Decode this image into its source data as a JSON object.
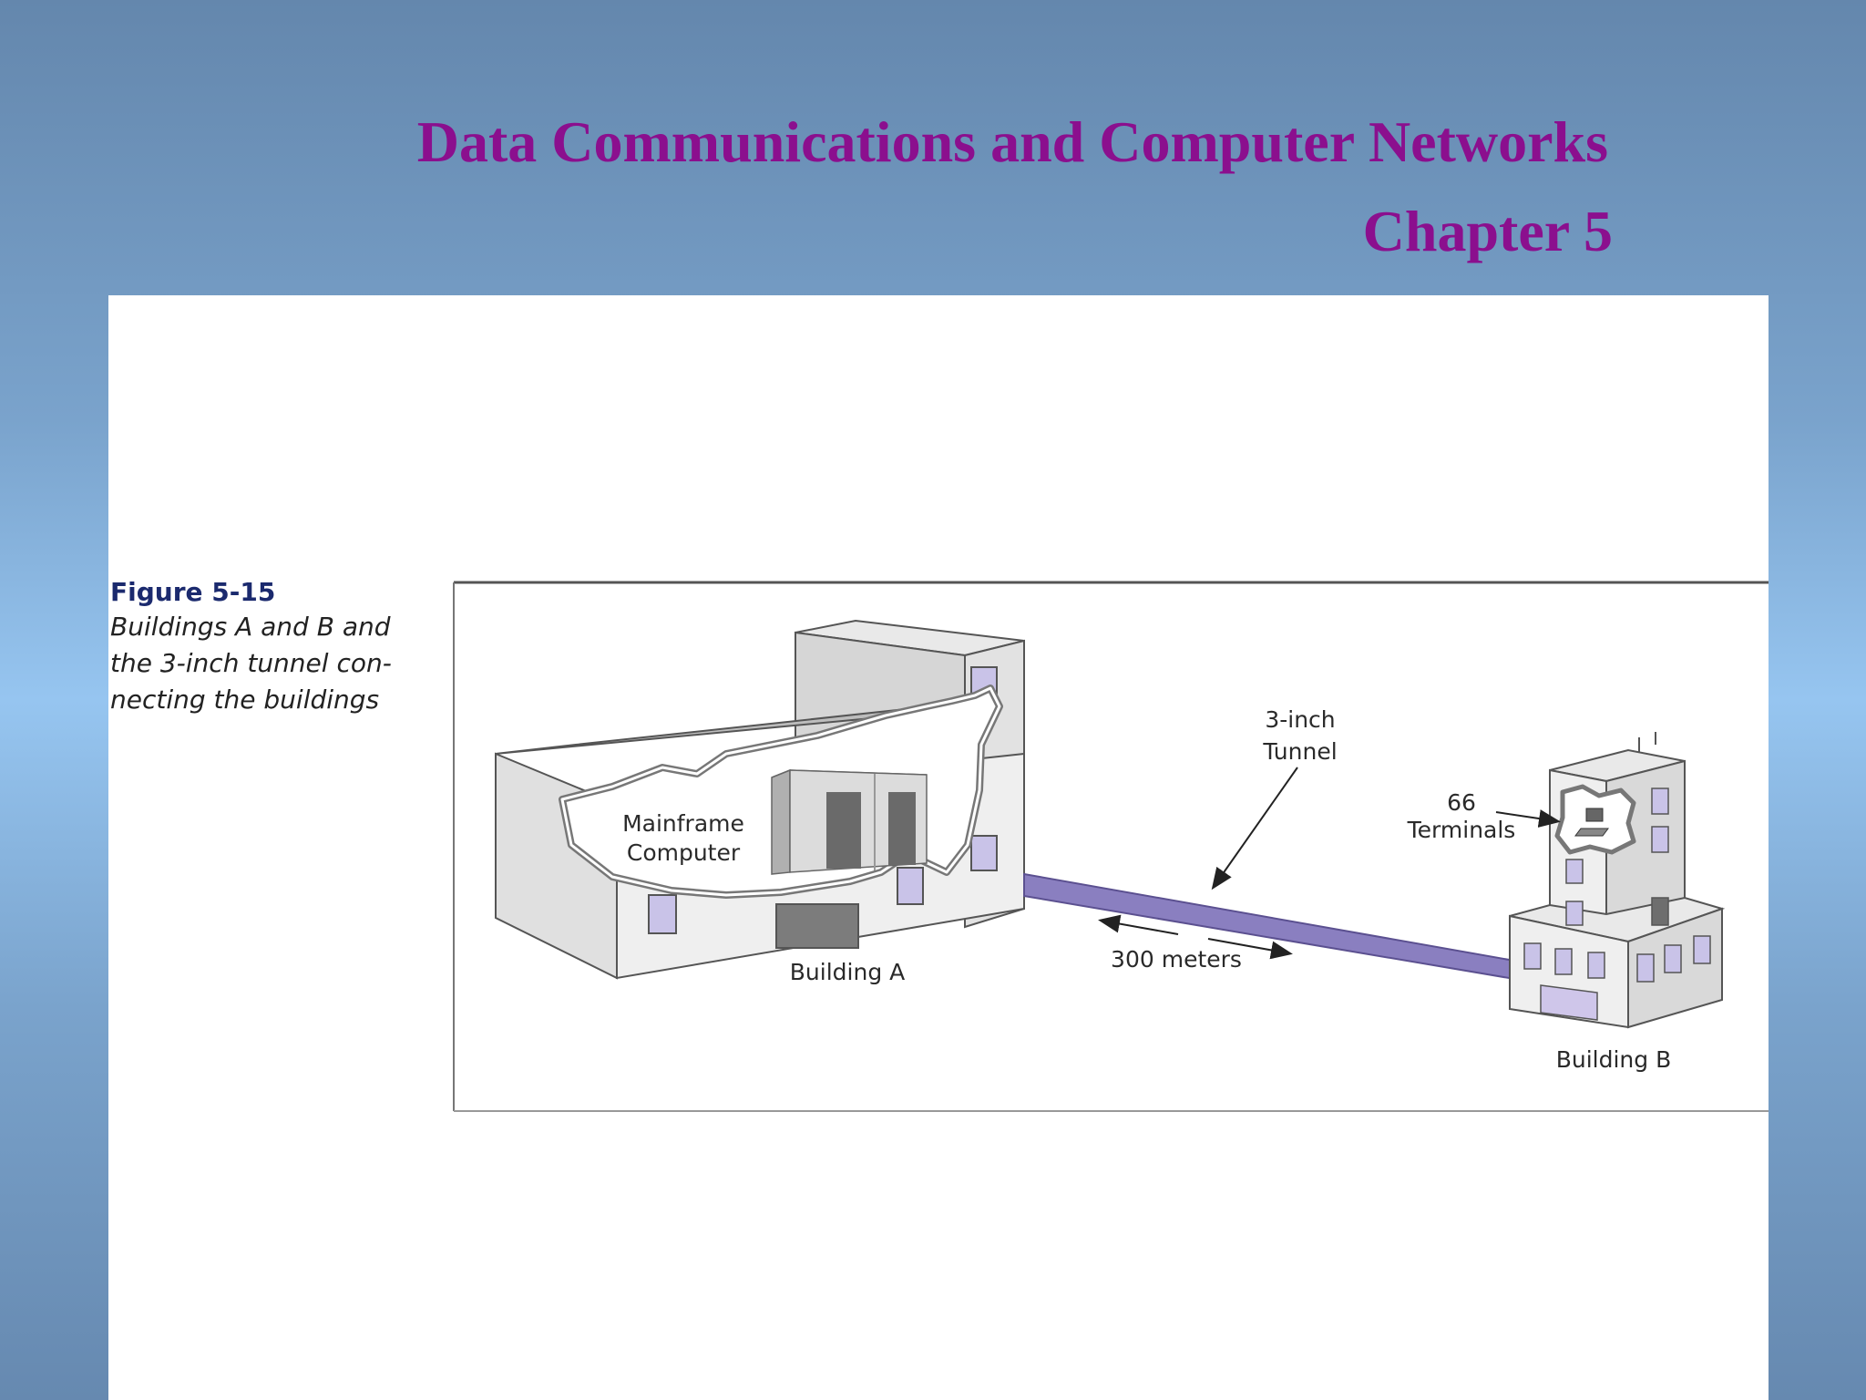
{
  "slide": {
    "title": "Data Communications and Computer Networks",
    "subtitle": "Chapter 5"
  },
  "figure": {
    "number": "Figure 5-15",
    "description": "Buildings A and B and the 3-inch tunnel con- necting the buildings",
    "labels": {
      "mainframe_line1": "Mainframe",
      "mainframe_line2": "Computer",
      "building_a": "Building A",
      "tunnel_line1": "3-inch",
      "tunnel_line2": "Tunnel",
      "distance": "300 meters",
      "terminals_line1": "66",
      "terminals_line2": "Terminals",
      "building_b": "Building B"
    },
    "colors": {
      "tunnel": "#8a7fc0",
      "title": "#8b0f8e",
      "figure_number": "#1b2a6e"
    }
  }
}
